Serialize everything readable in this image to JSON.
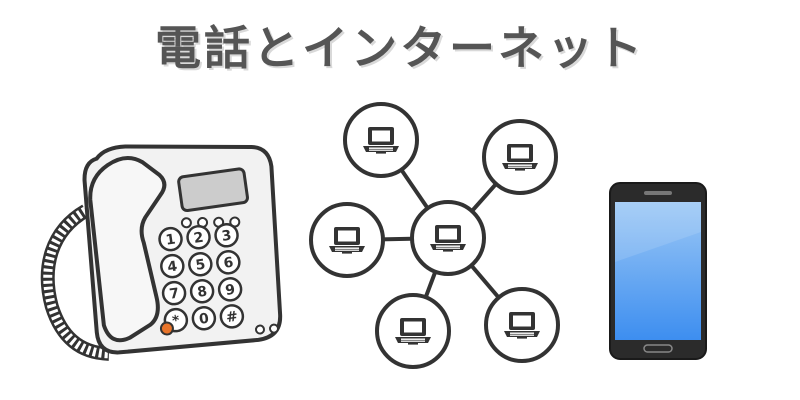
{
  "title": "電話とインターネット",
  "icons": {
    "telephone": "desk-telephone-icon",
    "network": "computer-network-icon",
    "smartphone": "smartphone-icon"
  },
  "telephone": {
    "keys": [
      "1",
      "2",
      "3",
      "4",
      "5",
      "6",
      "7",
      "8",
      "9",
      "*",
      "0",
      "#"
    ]
  },
  "colors": {
    "outline": "#333333",
    "phone_body": "#f2f2f2",
    "display": "#cccccc",
    "call_button": "#e8742a",
    "screen_top": "#9cc8f5",
    "screen_bottom": "#3d8ef0"
  }
}
